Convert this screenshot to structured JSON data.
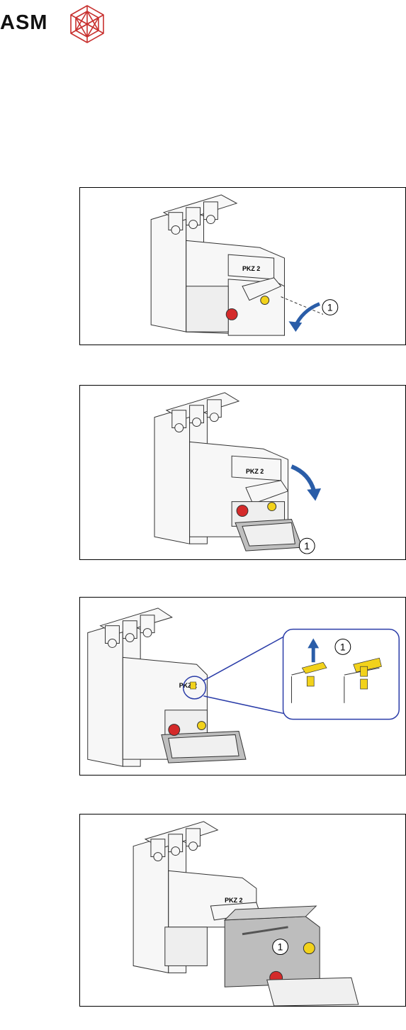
{
  "header": {
    "logo_text": "ASM",
    "logo_mark_icon": "asm-hexagon-logo-icon",
    "brand_color": "#c8312f"
  },
  "figures": [
    {
      "device_label": "PKZ 2",
      "callout": "1",
      "step_icon": "rotate-arrow-icon"
    },
    {
      "device_label": "PKZ 2",
      "callout": "1",
      "step_icon": "fold-down-arrow-icon"
    },
    {
      "device_label": "PKZ 2",
      "callout": "1",
      "step_icon": "pull-up-arrow-icon"
    },
    {
      "device_label": "PKZ 2",
      "callout": "1",
      "step_icon": "module-removed-icon"
    }
  ],
  "colors": {
    "red_knob": "#d42a2a",
    "yellow_knob": "#f2d21b",
    "arrow_blue": "#2a5da8",
    "grey_module": "#bdbdbd"
  }
}
